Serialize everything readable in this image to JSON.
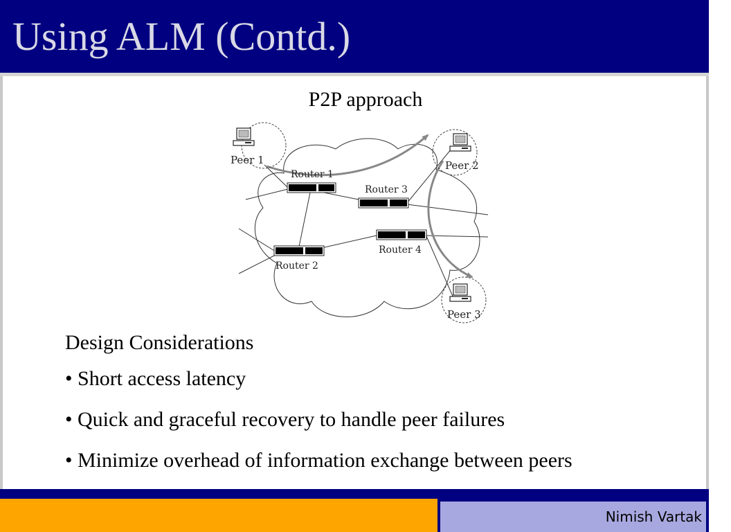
{
  "slide": {
    "title": "Using ALM (Contd.)",
    "subtitle": "P2P approach",
    "section_heading": "Design Considerations",
    "bullets": [
      "• Short access latency",
      "• Quick and graceful recovery to handle peer failures",
      "• Minimize overhead of information exchange between peers"
    ],
    "footer": {
      "author": "Nimish Vartak"
    },
    "colors": {
      "header": "#000080",
      "title_text": "#d9d9e6",
      "footer_left": "#ffa500",
      "footer_right": "#a8a8e0"
    }
  },
  "diagram": {
    "peers": [
      "Peer 1",
      "Peer 2",
      "Peer 3"
    ],
    "routers": [
      "Router 1",
      "Router 2",
      "Router 3",
      "Router 4"
    ]
  }
}
